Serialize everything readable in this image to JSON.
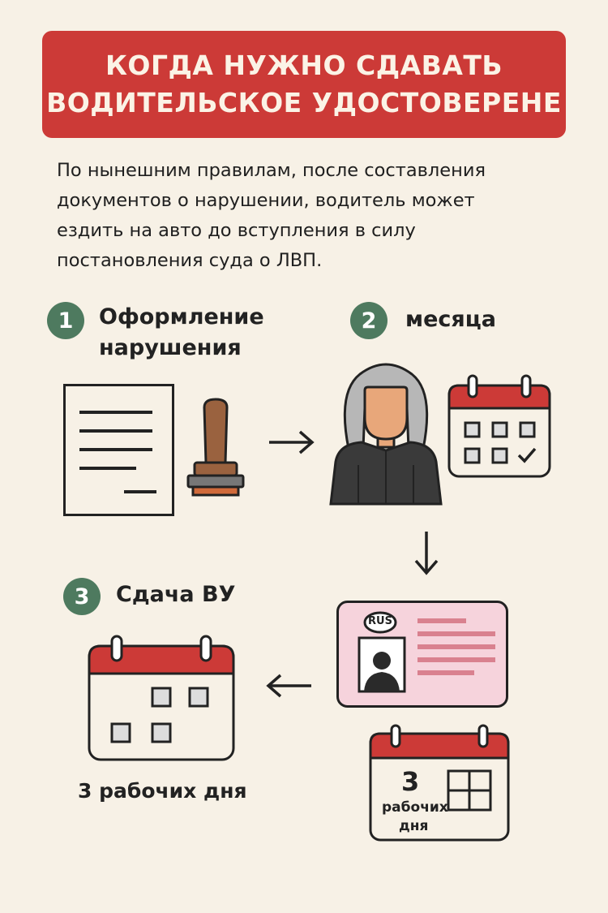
{
  "title": {
    "line1": "КОГДА НУЖНО СДАВАТЬ",
    "line2": "ВОДИТЕЛЬСКОЕ УДОСТОВЕРЕНЕ"
  },
  "intro": {
    "line1": "По нынешним правилам, после составления",
    "line2": "документов о нарушении, водитель может",
    "line3": "ездить на авто до вступления в силу",
    "line4": "постановления суда о ЛВП."
  },
  "steps": [
    {
      "number": "1",
      "label_line1": "Оформление",
      "label_line2": "нарушения"
    },
    {
      "number": "2",
      "label_line1": "месяца"
    },
    {
      "number": "3",
      "label_line1": "Сдача ВУ"
    }
  ],
  "license_badge": "RUS",
  "small_calendar": {
    "number": "3",
    "line1": "рабочих",
    "line2": "дня"
  },
  "big_calendar_caption": "3 рабочих дня",
  "colors": {
    "background": "#f7f1e6",
    "title_red": "#cc3a37",
    "step_green": "#4e7a5f",
    "license_pink": "#f6d3dc",
    "stamp_brown": "#9a623f"
  },
  "icons": {
    "document": "document-icon",
    "stamp": "stamp-icon",
    "judge": "judge-icon",
    "calendar": "calendar-icon",
    "license": "driver-license-icon",
    "arrow_right": "arrow-right-icon",
    "arrow_down": "arrow-down-icon",
    "arrow_left": "arrow-left-icon"
  }
}
